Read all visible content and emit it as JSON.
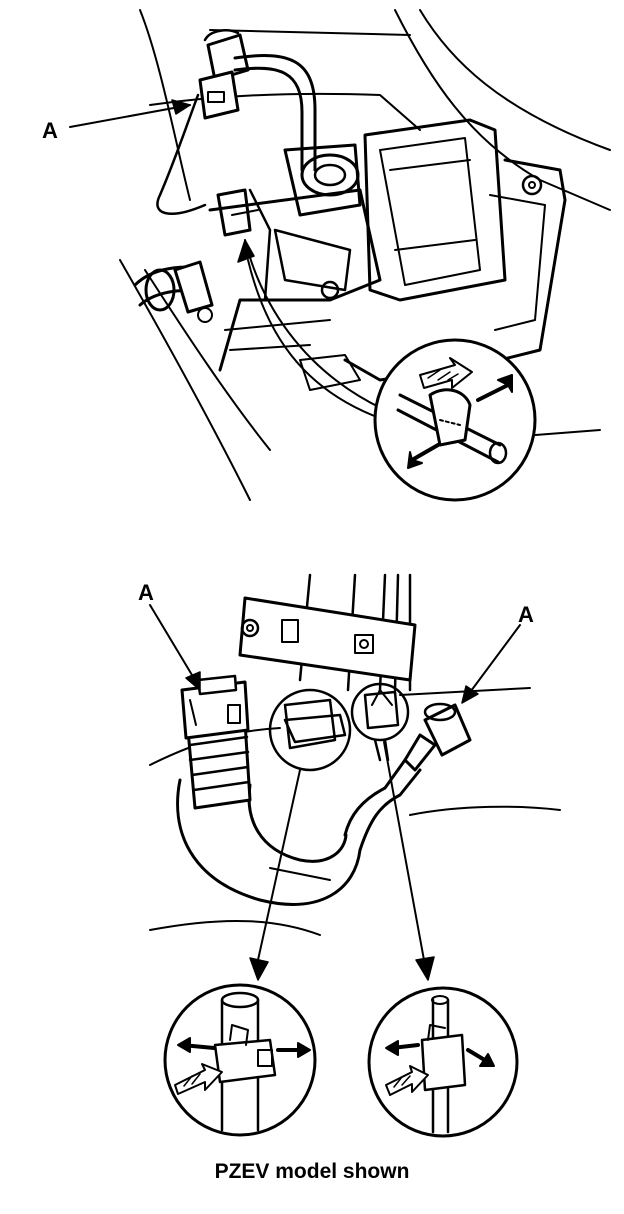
{
  "labels": {
    "top_connector": "A",
    "bottom_left_connector": "A",
    "bottom_right_connector": "A"
  },
  "caption": "PZEV model shown",
  "colors": {
    "ink": "#000000",
    "paper": "#ffffff"
  }
}
